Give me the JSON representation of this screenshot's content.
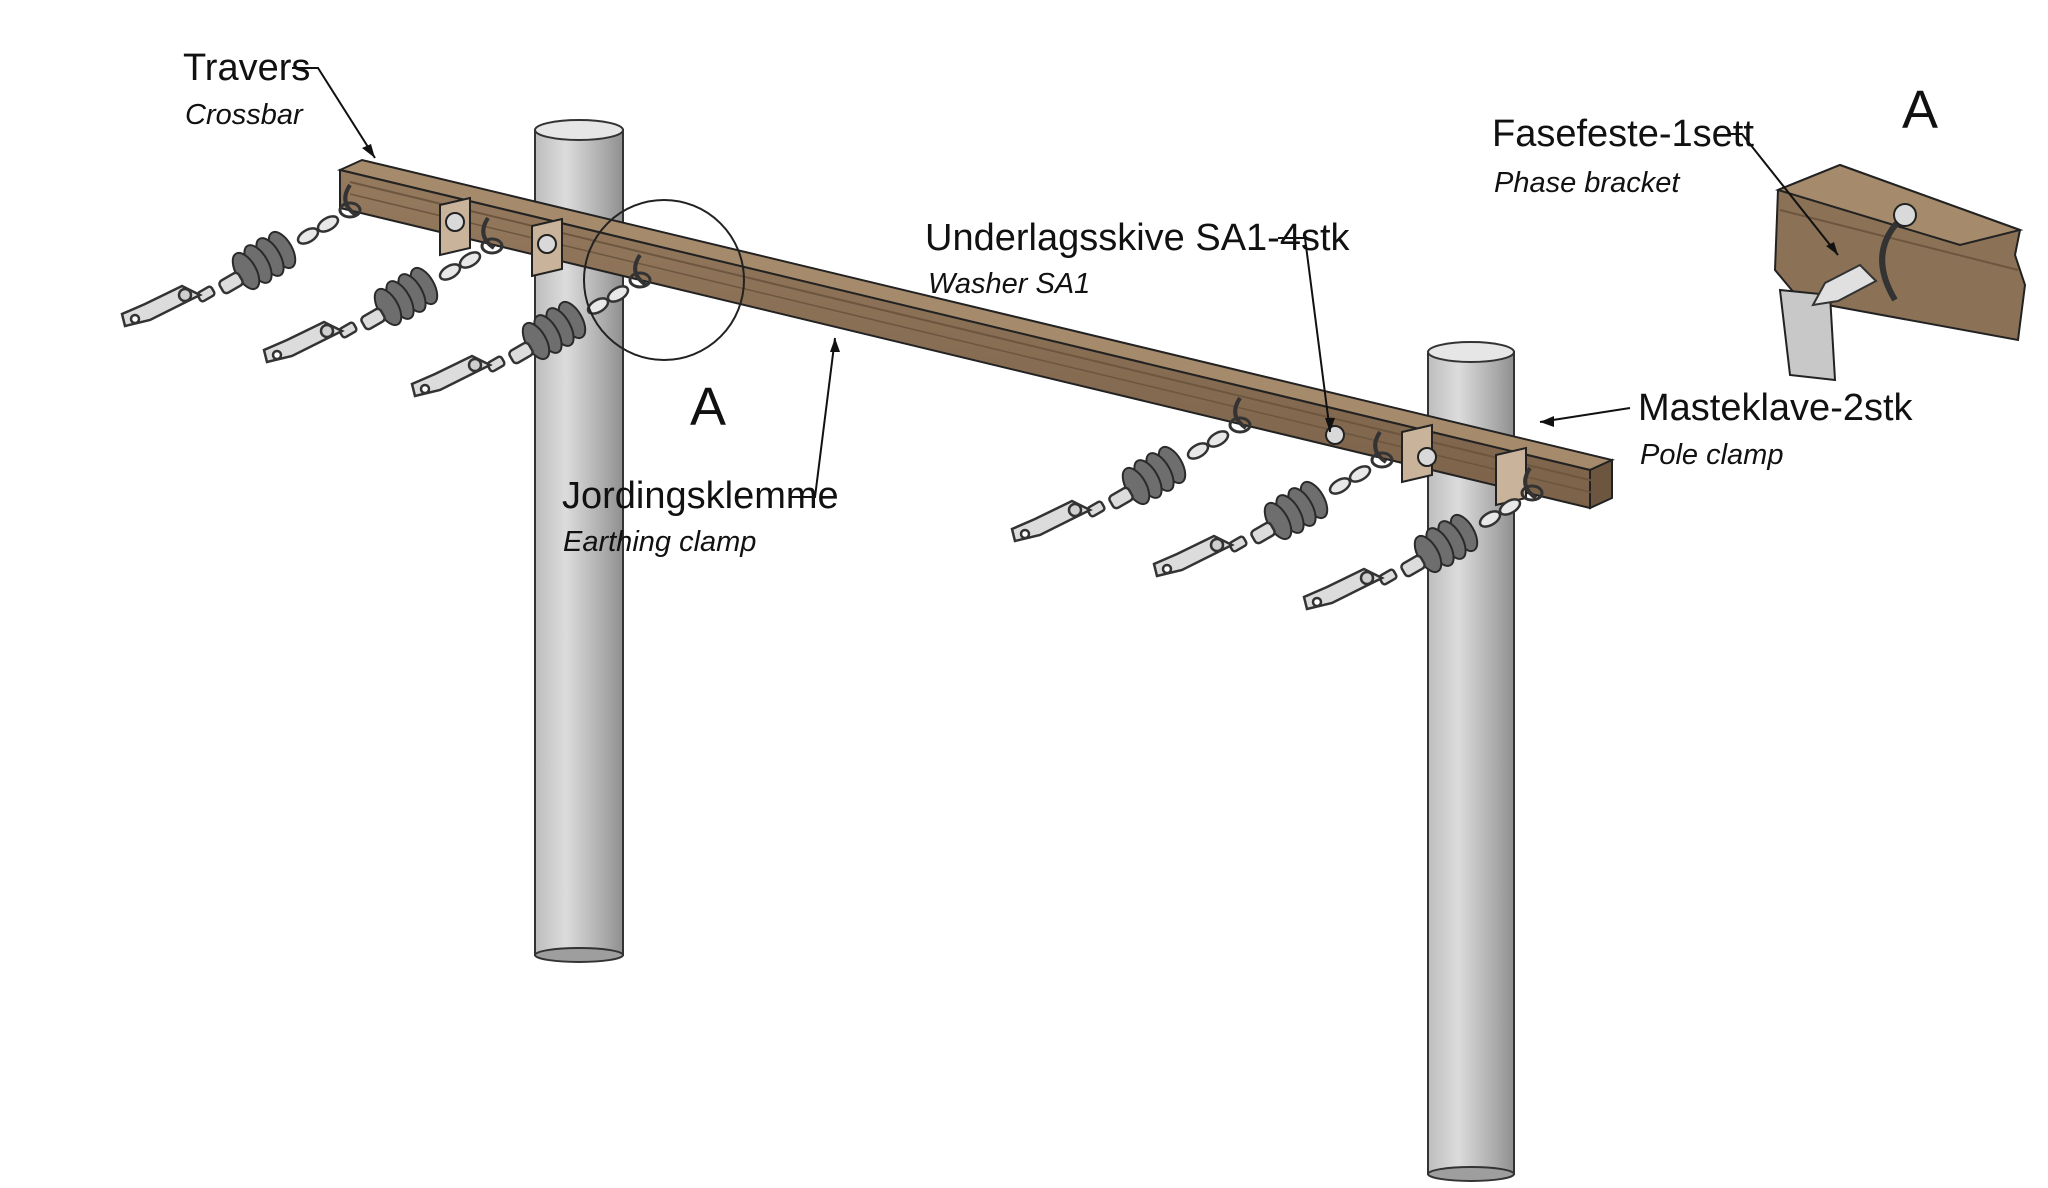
{
  "labels": {
    "crossbar": {
      "main": "Travers",
      "sub": "Crossbar"
    },
    "phase_bracket": {
      "main": "Fasefeste-1sett",
      "sub": "Phase bracket"
    },
    "washer": {
      "main": "Underlagsskive SA1-4stk",
      "sub": "Washer SA1"
    },
    "pole_clamp": {
      "main": "Masteklave-2stk",
      "sub": "Pole clamp"
    },
    "earthing_clamp": {
      "main": "Jordingsklemme",
      "sub": "Earthing clamp"
    }
  },
  "detail_marker": "A",
  "detail_title": "A",
  "colors": {
    "crossbar": "#8b7156",
    "crossbar_top": "#a58a6c",
    "pole": "#c8c8c8",
    "pole_shade": "#9e9e9e",
    "insulator": "#6e6e6e",
    "metal": "#bdbdbd",
    "outline": "#222222"
  }
}
